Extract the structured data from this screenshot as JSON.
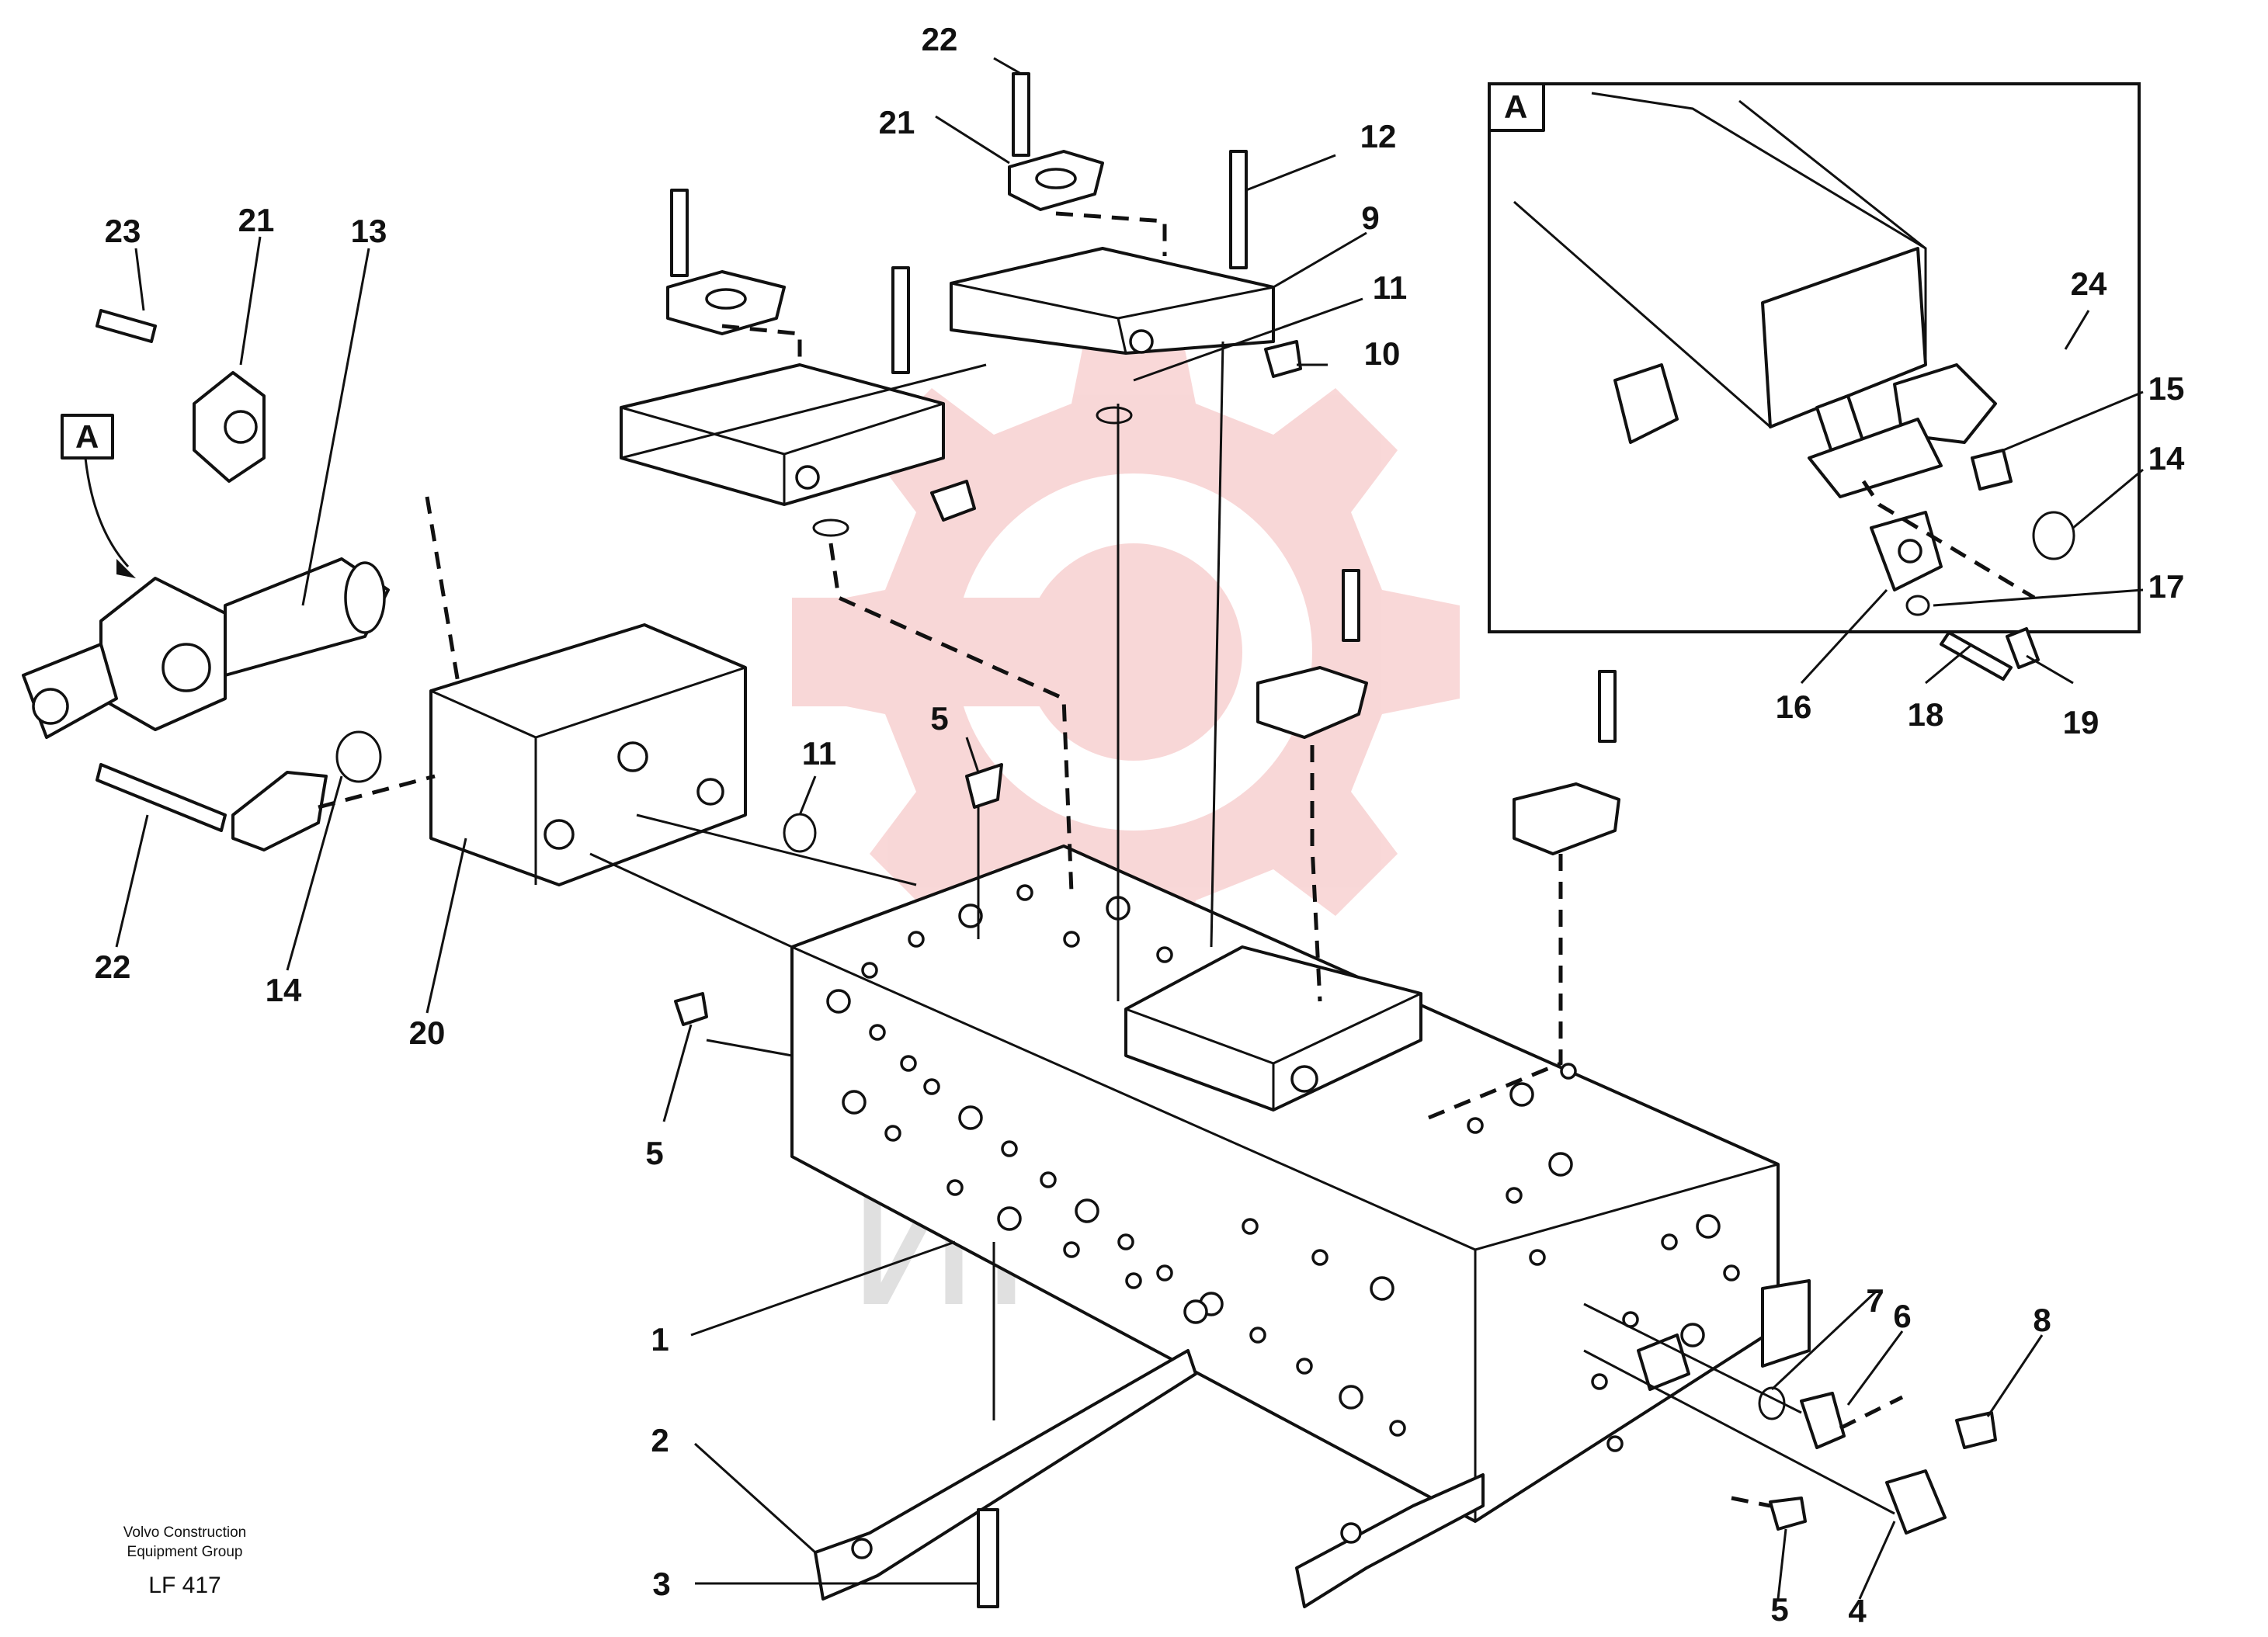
{
  "callouts": [
    {
      "id": "c22a",
      "text": "22"
    },
    {
      "id": "c21a",
      "text": "21"
    },
    {
      "id": "c12",
      "text": "12"
    },
    {
      "id": "c9",
      "text": "9"
    },
    {
      "id": "c11a",
      "text": "11"
    },
    {
      "id": "c10",
      "text": "10"
    },
    {
      "id": "c23",
      "text": "23"
    },
    {
      "id": "c21b",
      "text": "21"
    },
    {
      "id": "c13",
      "text": "13"
    },
    {
      "id": "c22b",
      "text": "22"
    },
    {
      "id": "c14a",
      "text": "14"
    },
    {
      "id": "c20",
      "text": "20"
    },
    {
      "id": "c11b",
      "text": "11"
    },
    {
      "id": "c5a",
      "text": "5"
    },
    {
      "id": "c5b",
      "text": "5"
    },
    {
      "id": "c1",
      "text": "1"
    },
    {
      "id": "c2",
      "text": "2"
    },
    {
      "id": "c3",
      "text": "3"
    },
    {
      "id": "c7",
      "text": "7"
    },
    {
      "id": "c6",
      "text": "6"
    },
    {
      "id": "c8",
      "text": "8"
    },
    {
      "id": "c5c",
      "text": "5"
    },
    {
      "id": "c4",
      "text": "4"
    },
    {
      "id": "c24",
      "text": "24"
    },
    {
      "id": "c15",
      "text": "15"
    },
    {
      "id": "c14b",
      "text": "14"
    },
    {
      "id": "c17",
      "text": "17"
    },
    {
      "id": "c16",
      "text": "16"
    },
    {
      "id": "c18",
      "text": "18"
    },
    {
      "id": "c19",
      "text": "19"
    }
  ],
  "detail_label": "A",
  "view_marker_label": "A",
  "footer": {
    "maker_line1": "Volvo Construction",
    "maker_line2": "Equipment Group",
    "code": "LF 417"
  },
  "watermark_text": "ИНТЕХ",
  "colors": {
    "ink": "#111111",
    "watermark_logo": "#f4b8b8",
    "watermark_text": "#d9d9d9",
    "background": "#ffffff"
  }
}
